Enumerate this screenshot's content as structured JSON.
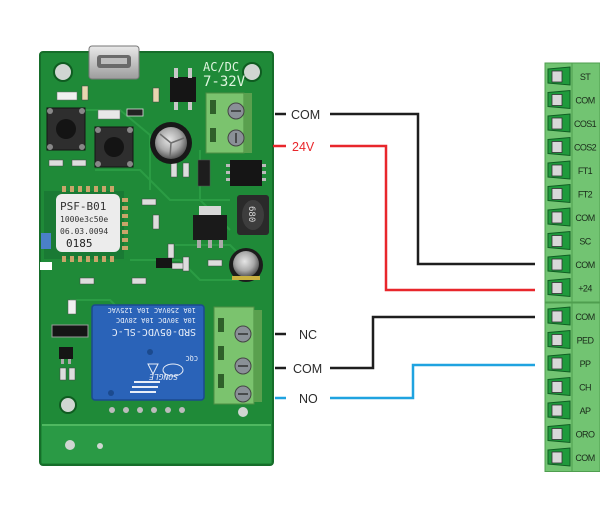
{
  "colors": {
    "com_wire": "#1e1e1e",
    "power_wire": "#e8262b",
    "no_wire": "#1fa3e0",
    "pcb": "#1f8f3a",
    "terminal_green": "#6cc16a",
    "relay_blue": "#2a63b8"
  },
  "board": {
    "power_label_line1": "AC/DC",
    "power_label_line2": "7-32V",
    "module_line1": "PSF-B01",
    "module_line2": "1000e3c50e",
    "module_line3": "06.03.0094",
    "module_line4": "0185",
    "inductor_code": "680",
    "relay_line1": "SRD-05VDC-SL-C",
    "relay_line2": "10A 30VDC  10A 28VDC",
    "relay_line3": "10A 250VAC  10A 125VAC",
    "relay_brand": "SONGLE",
    "relay_cert": "CQC"
  },
  "wire_labels": {
    "power_com": "COM",
    "power_24v": "24V",
    "relay_nc": "NC",
    "relay_com": "COM",
    "relay_no": "NO"
  },
  "terminal_block_upper": [
    "ST",
    "COM",
    "COS1",
    "COS2",
    "FT1",
    "FT2",
    "COM",
    "SC",
    "COM",
    "+24"
  ],
  "terminal_block_lower": [
    "COM",
    "PED",
    "PP",
    "CH",
    "AP",
    "ORO",
    "COM"
  ]
}
